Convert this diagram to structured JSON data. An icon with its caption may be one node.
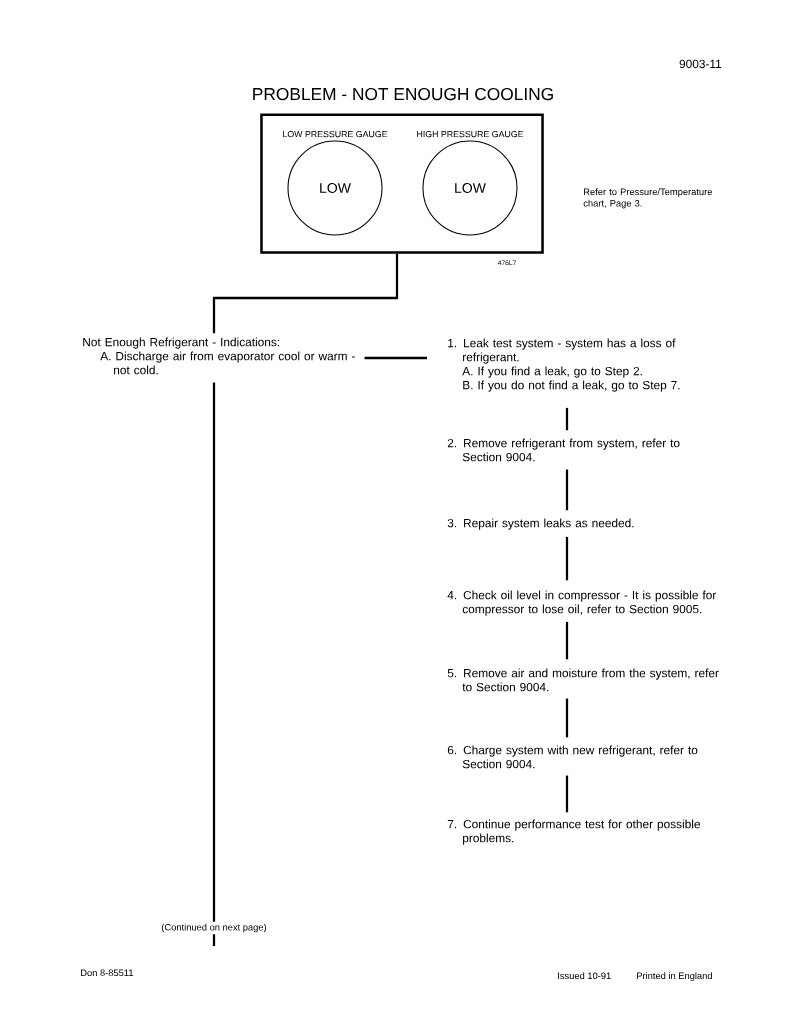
{
  "diagram": {
    "title": "PROBLEM - NOT ENOUGH COOLING",
    "nodes": [
      {
        "text": [],
        "shape": "box"
      },
      {
        "text": [
          "LOW PRESSURE GAUGE",
          "LOW"
        ],
        "in": 0
      },
      {
        "text": [
          "HIGH PRESSURE GAUGE",
          "LOW"
        ],
        "in": 0
      },
      {
        "text": [
          "Not Enough Refrigerant - Indications:",
          "A. Discharge air from evaporator cool or warm - not cold."
        ]
      },
      {
        "text": [
          "1. Leak test system - system has a loss of refrigerant.",
          "A. If you find a leak, go to Step 2.",
          "B. If you do not find a leak, go to Step 7."
        ]
      },
      {
        "text": [
          "2. Remove refrigerant from system, refer to Section 9004."
        ]
      },
      {
        "text": [
          "3. Repair system leaks as needed."
        ]
      },
      {
        "text": [
          "4. Check oil level in compressor - It is possible for compressor to lose oil, refer to Section 9005."
        ]
      },
      {
        "text": [
          "5. Remove air and moisture from the system, refer to Section 9004."
        ]
      },
      {
        "text": [
          "6. Charge system with new refrigerant, refer to Section 9004."
        ]
      },
      {
        "text": [
          "7. Continue performance test for other possible problems."
        ]
      }
    ],
    "edges": [
      {
        "from": 0,
        "to": 3,
        "arrow": "none"
      },
      {
        "from": 3,
        "to": 4,
        "arrow": "none"
      },
      {
        "from": 4,
        "to": 5,
        "arrow": "none"
      },
      {
        "from": 5,
        "to": 6,
        "arrow": "none"
      },
      {
        "from": 6,
        "to": 7,
        "arrow": "none"
      },
      {
        "from": 7,
        "to": 8,
        "arrow": "none"
      },
      {
        "from": 8,
        "to": 9,
        "arrow": "none"
      },
      {
        "from": 9,
        "to": 10,
        "arrow": "none"
      },
      {
        "from": 3,
        "to": null,
        "arrow": "none",
        "label": "(Continued on next page)"
      }
    ],
    "labels": [
      "9003-11",
      "Refer to Pressure/Temperature chart, Page 3.",
      "476L7",
      "Don 8-85511",
      "Issued 10-91",
      "Printed in England"
    ]
  }
}
